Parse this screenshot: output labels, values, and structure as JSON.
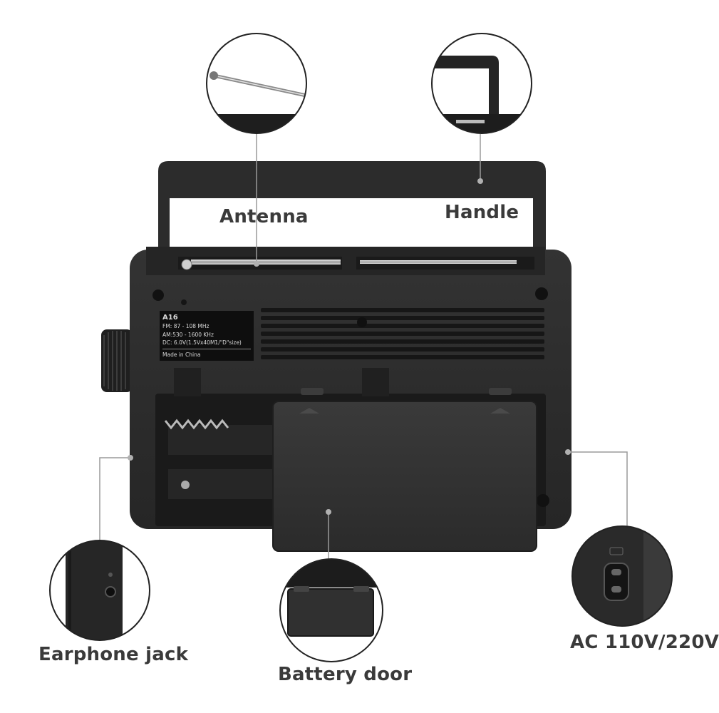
{
  "callouts": {
    "antenna": "Antenna",
    "handle": "Handle",
    "earphone_jack": "Earphone jack",
    "battery_door": "Battery door",
    "ac_power": "AC 110V/220V"
  },
  "spec_label": {
    "model": "A16",
    "fm": "FM: 87 - 108 MHz",
    "am": "AM:530 - 1600 KHz",
    "dc": "DC: 6.0V(1.5Vx40M1/\"D\"size)",
    "made_in": "Made in China"
  },
  "colors": {
    "body": "#2a2a2a",
    "body_dark": "#1c1c1c",
    "label_text": "#3a3a3a",
    "leader_line": "#9a9a9a"
  }
}
